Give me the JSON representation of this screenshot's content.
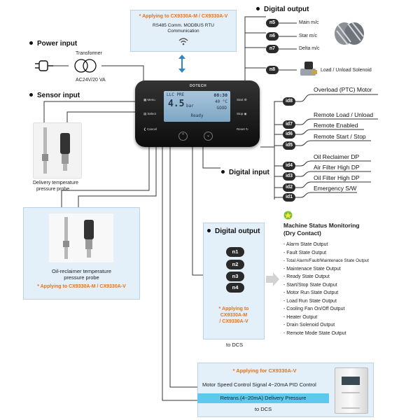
{
  "comm_box": {
    "applying": "* Applying to CX9330A-M / CX9330A-V",
    "line1": "RS485 Comm. MODBUS RTU",
    "line2": "Communication"
  },
  "headers": {
    "digital_output_top": "Digital output",
    "power_input": "Power input",
    "sensor_input": "Sensor input",
    "digital_input": "Digital input",
    "digital_output_mid": "Digital output"
  },
  "power": {
    "transformer": "Transformer",
    "voltage": "AC24V/20  VA"
  },
  "controller": {
    "brand": "DOTECH",
    "screen": {
      "top_left": "LLC PRE",
      "top_right": "08:30",
      "mid_right": "40 °C",
      "big": "4.5",
      "unit": "bar",
      "status": "GOOD",
      "bottom": "Ready"
    },
    "buttons": {
      "menu": "Menu",
      "select": "Select",
      "cancel": "Cancel",
      "start": "Start",
      "stop": "Stop",
      "reset": "Reset"
    }
  },
  "top_outputs": [
    {
      "code": "n5",
      "label": "Main m/c"
    },
    {
      "code": "n6",
      "label": "Star m/c"
    },
    {
      "code": "n7",
      "label": "Delta m/c"
    },
    {
      "code": "n8",
      "label": "Load / Unload Solenoid"
    }
  ],
  "inputs_upper": [
    {
      "code": "id8",
      "label": "Overload (PTC) Motor"
    },
    {
      "code": "id7",
      "label": "Remote Load / Unload"
    },
    {
      "code": "id6",
      "label": "Remote Enabled"
    },
    {
      "code": "id5",
      "label": "Remote Start / Stop"
    }
  ],
  "inputs_lower": [
    {
      "code": "id4",
      "label": "Oil Reclaimer DP"
    },
    {
      "code": "id3",
      "label": "Air Filter High DP"
    },
    {
      "code": "id2",
      "label": "Oil Filter High DP"
    },
    {
      "code": "id1",
      "label": "Emergency S/W"
    }
  ],
  "delivery_probe": {
    "line1": "Delivery temperature",
    "line2": "pressure probe"
  },
  "oil_box": {
    "line1": "Oil-reclaimer temperature",
    "line2": "pressure probe",
    "applying": "* Applying to CX9330A-M / CX9330A-V"
  },
  "mid_output": {
    "codes": [
      "n1",
      "n2",
      "n3",
      "n4"
    ],
    "applying1": "* Applying to",
    "applying2": "CX9330A-M",
    "applying3": "/ CX9330A-V",
    "to_dcs": "to DCS"
  },
  "status": {
    "title1": "Machine Status Monitoring",
    "title2": "(Dry Contact)",
    "items": [
      "- Alarm State Output",
      "- Fault State Output",
      "- Total Alarm/Fault/Maintenace State Output",
      "- Maintenace State Output",
      "- Ready State Output",
      "- Start/Stop State Output",
      "- Motor Run State Output",
      "- Load Run State Output",
      "- Cooling Fan On/Off Output",
      "- Heater Output",
      "- Drain Solenoid Output",
      "- Remote Mode State Output"
    ]
  },
  "bottom": {
    "applying": "* Applying for CX9330A-V",
    "motor_signal": "Motor Speed Control Signal  4~20mA PID Control",
    "retrans": "Retrans.(4~20mA) Delivery Pressure",
    "to_dcs": "to DCS"
  },
  "colors": {
    "accent_orange": "#e8731a",
    "box_blue": "#e3eff9",
    "bar_cyan": "#5ec8ee",
    "pill_dark": "#2a2a2a",
    "status_green": "#7bbf2a"
  },
  "icons": [
    "plug-icon",
    "transformer-icon",
    "wifi-icon",
    "double-arrow-icon",
    "gear-rotor-icon",
    "solenoid-icon",
    "probe-icon",
    "shadow-arrow-icon",
    "status-badge-icon",
    "inverter-icon"
  ]
}
